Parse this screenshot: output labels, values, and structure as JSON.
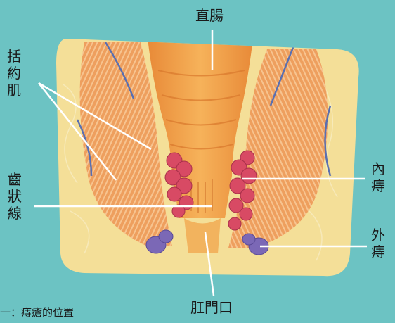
{
  "labels": {
    "rectum": "直腸",
    "sphincter": "括約肌",
    "dentate_line": "齒狀線",
    "internal_hemorrhoid": "內痔",
    "external_hemorrhoid": "外痔",
    "anus": "肛門口"
  },
  "caption": "一：痔瘡的位置",
  "colors": {
    "background": "#6cc3c3",
    "fat": "#f4df98",
    "muscle": "#eea060",
    "rectum_wall": "#f3a248",
    "hemorrhoid_internal": "#d84a64",
    "hemorrhoid_external": "#7b68b6",
    "leader_line": "#ffffff"
  }
}
